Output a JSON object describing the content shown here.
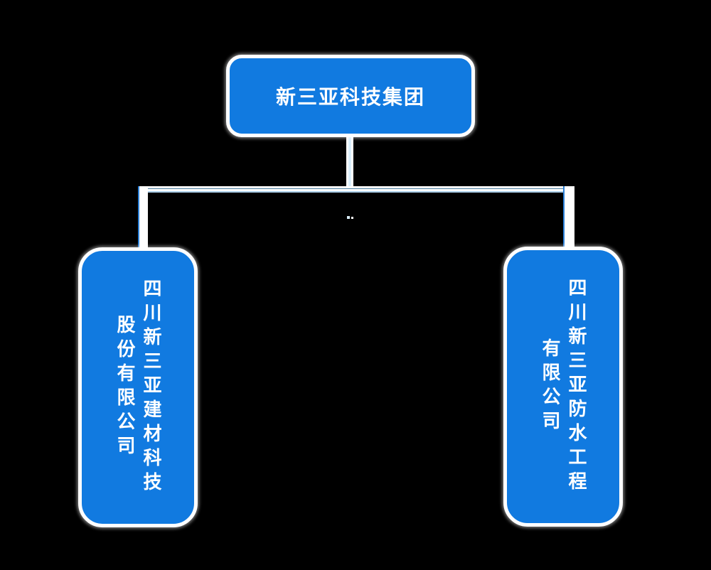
{
  "chart": {
    "root": {
      "label": "新三亚科技集团"
    },
    "children": [
      {
        "line1": "四川新三亚建材科技",
        "line2": "股份有限公司"
      },
      {
        "line1": "四川新三亚防水工程",
        "line2": "有限公司"
      }
    ]
  },
  "colors": {
    "background": "#000000",
    "node_fill": "#117ae0",
    "node_border": "#ffffff",
    "node_text": "#ffffff",
    "connector_white": "#ffffff",
    "connector_blue": "#2b7fd6",
    "connector_core": "#4a7da0"
  }
}
